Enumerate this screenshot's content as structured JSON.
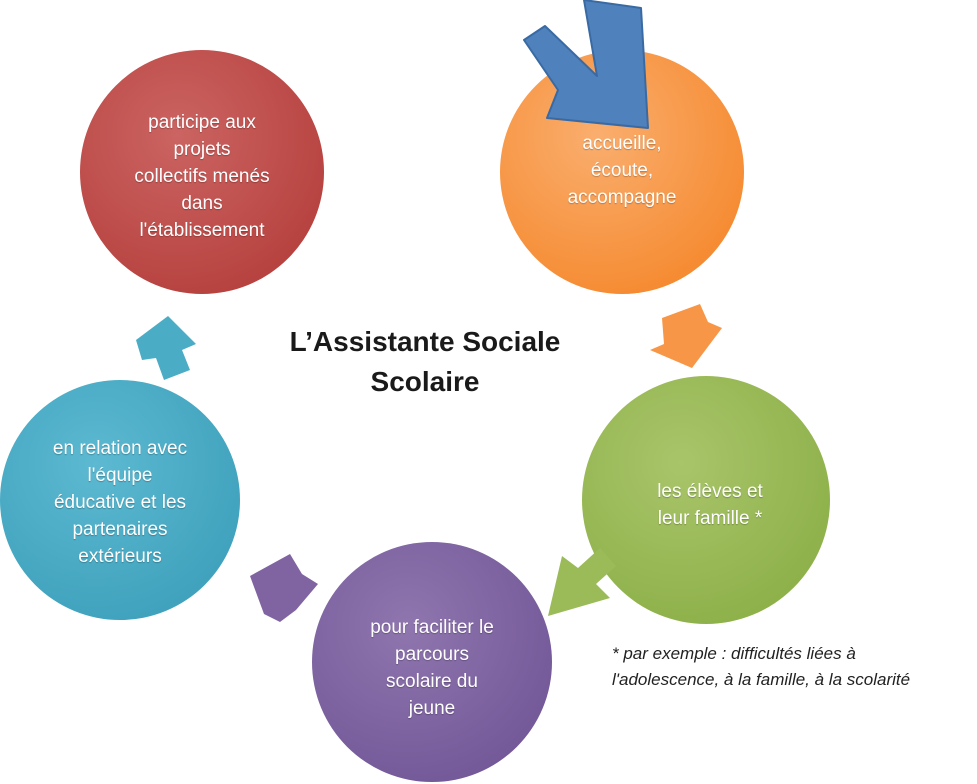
{
  "title": {
    "line1": "L’Assistante Sociale",
    "line2": "Scolaire"
  },
  "nodes": [
    {
      "id": "accueille",
      "color": "#F79646",
      "text": "accueille,\nécoute,\naccompagne"
    },
    {
      "id": "eleves",
      "color": "#9BBB59",
      "text": "les élèves et\nleur famille *"
    },
    {
      "id": "parcours",
      "color": "#8064A2",
      "text": "pour faciliter le\nparcours\nscolaire du\njeune"
    },
    {
      "id": "relation",
      "color": "#4BACC6",
      "text": "en relation avec\nl'équipe\néducative et les\npartenaires\nextérieurs"
    },
    {
      "id": "participe",
      "color": "#C0504D",
      "text": "participe  aux\nprojets\ncollectifs menés\ndans\nl'établissement"
    }
  ],
  "start_arrow_color": "#4F81BD",
  "footnote": {
    "line1": "* par exemple :  difficultés liées à",
    "line2": "l'adolescence, à la famille, à la scolarité"
  }
}
